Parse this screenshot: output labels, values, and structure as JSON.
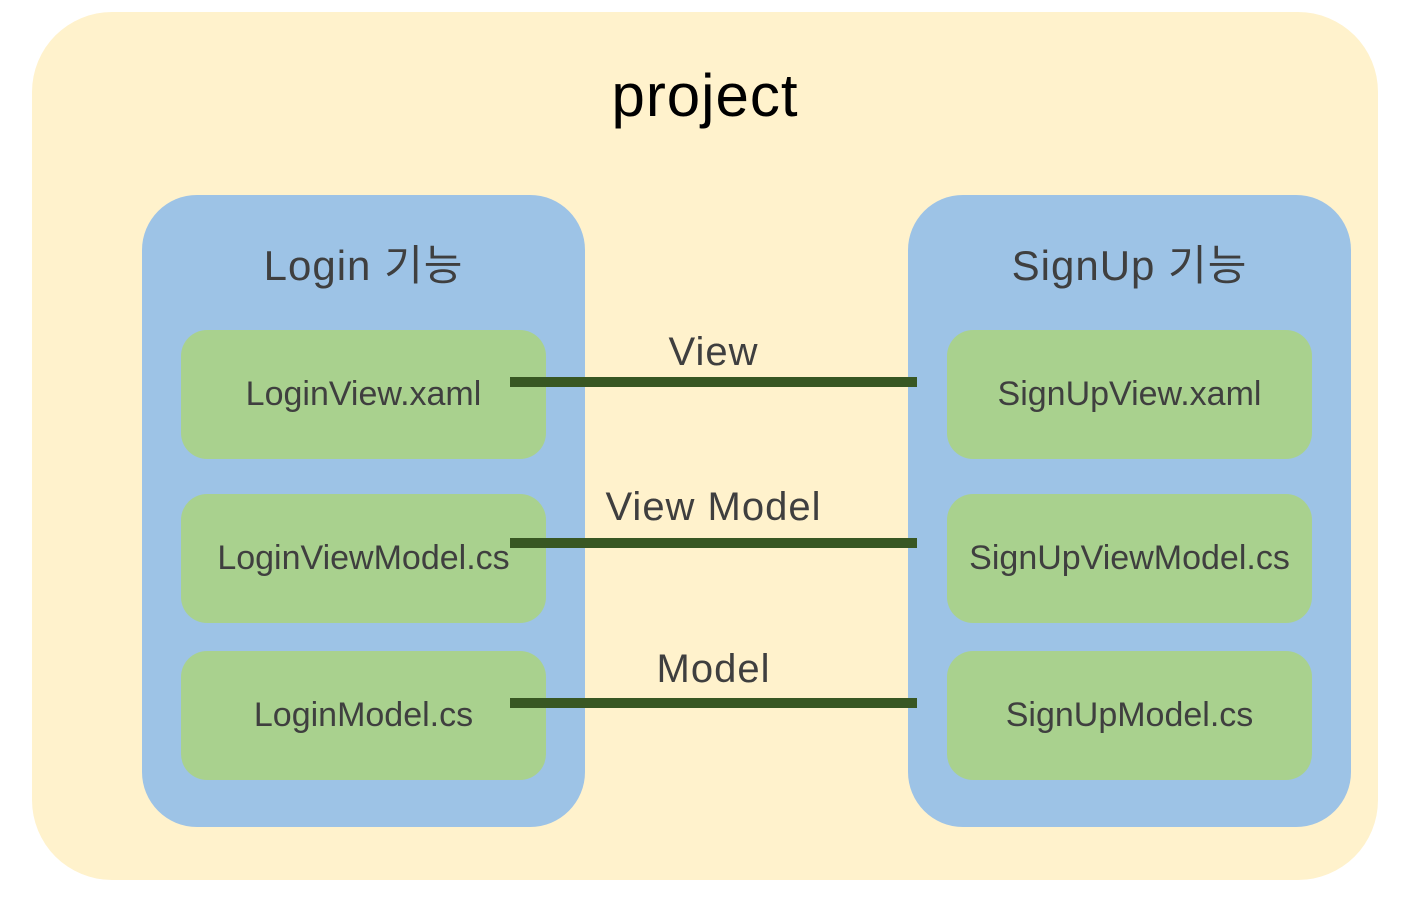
{
  "title": "project",
  "groups": [
    {
      "label": "Login 기능",
      "files": [
        "LoginView.xaml",
        "LoginViewModel.cs",
        "LoginModel.cs"
      ]
    },
    {
      "label": "SignUp 기능",
      "files": [
        "SignUpView.xaml",
        "SignUpViewModel.cs",
        "SignUpModel.cs"
      ]
    }
  ],
  "connections": [
    {
      "label": "View"
    },
    {
      "label": "View Model"
    },
    {
      "label": "Model"
    }
  ],
  "colors": {
    "canvas_background": "#ffffff",
    "project_fill": "#fff2cc",
    "group_fill": "#9dc3e6",
    "file_fill": "#a9d18e",
    "connector": "#385723",
    "label_text": "#3f3f3f",
    "title_text": "#000000"
  }
}
